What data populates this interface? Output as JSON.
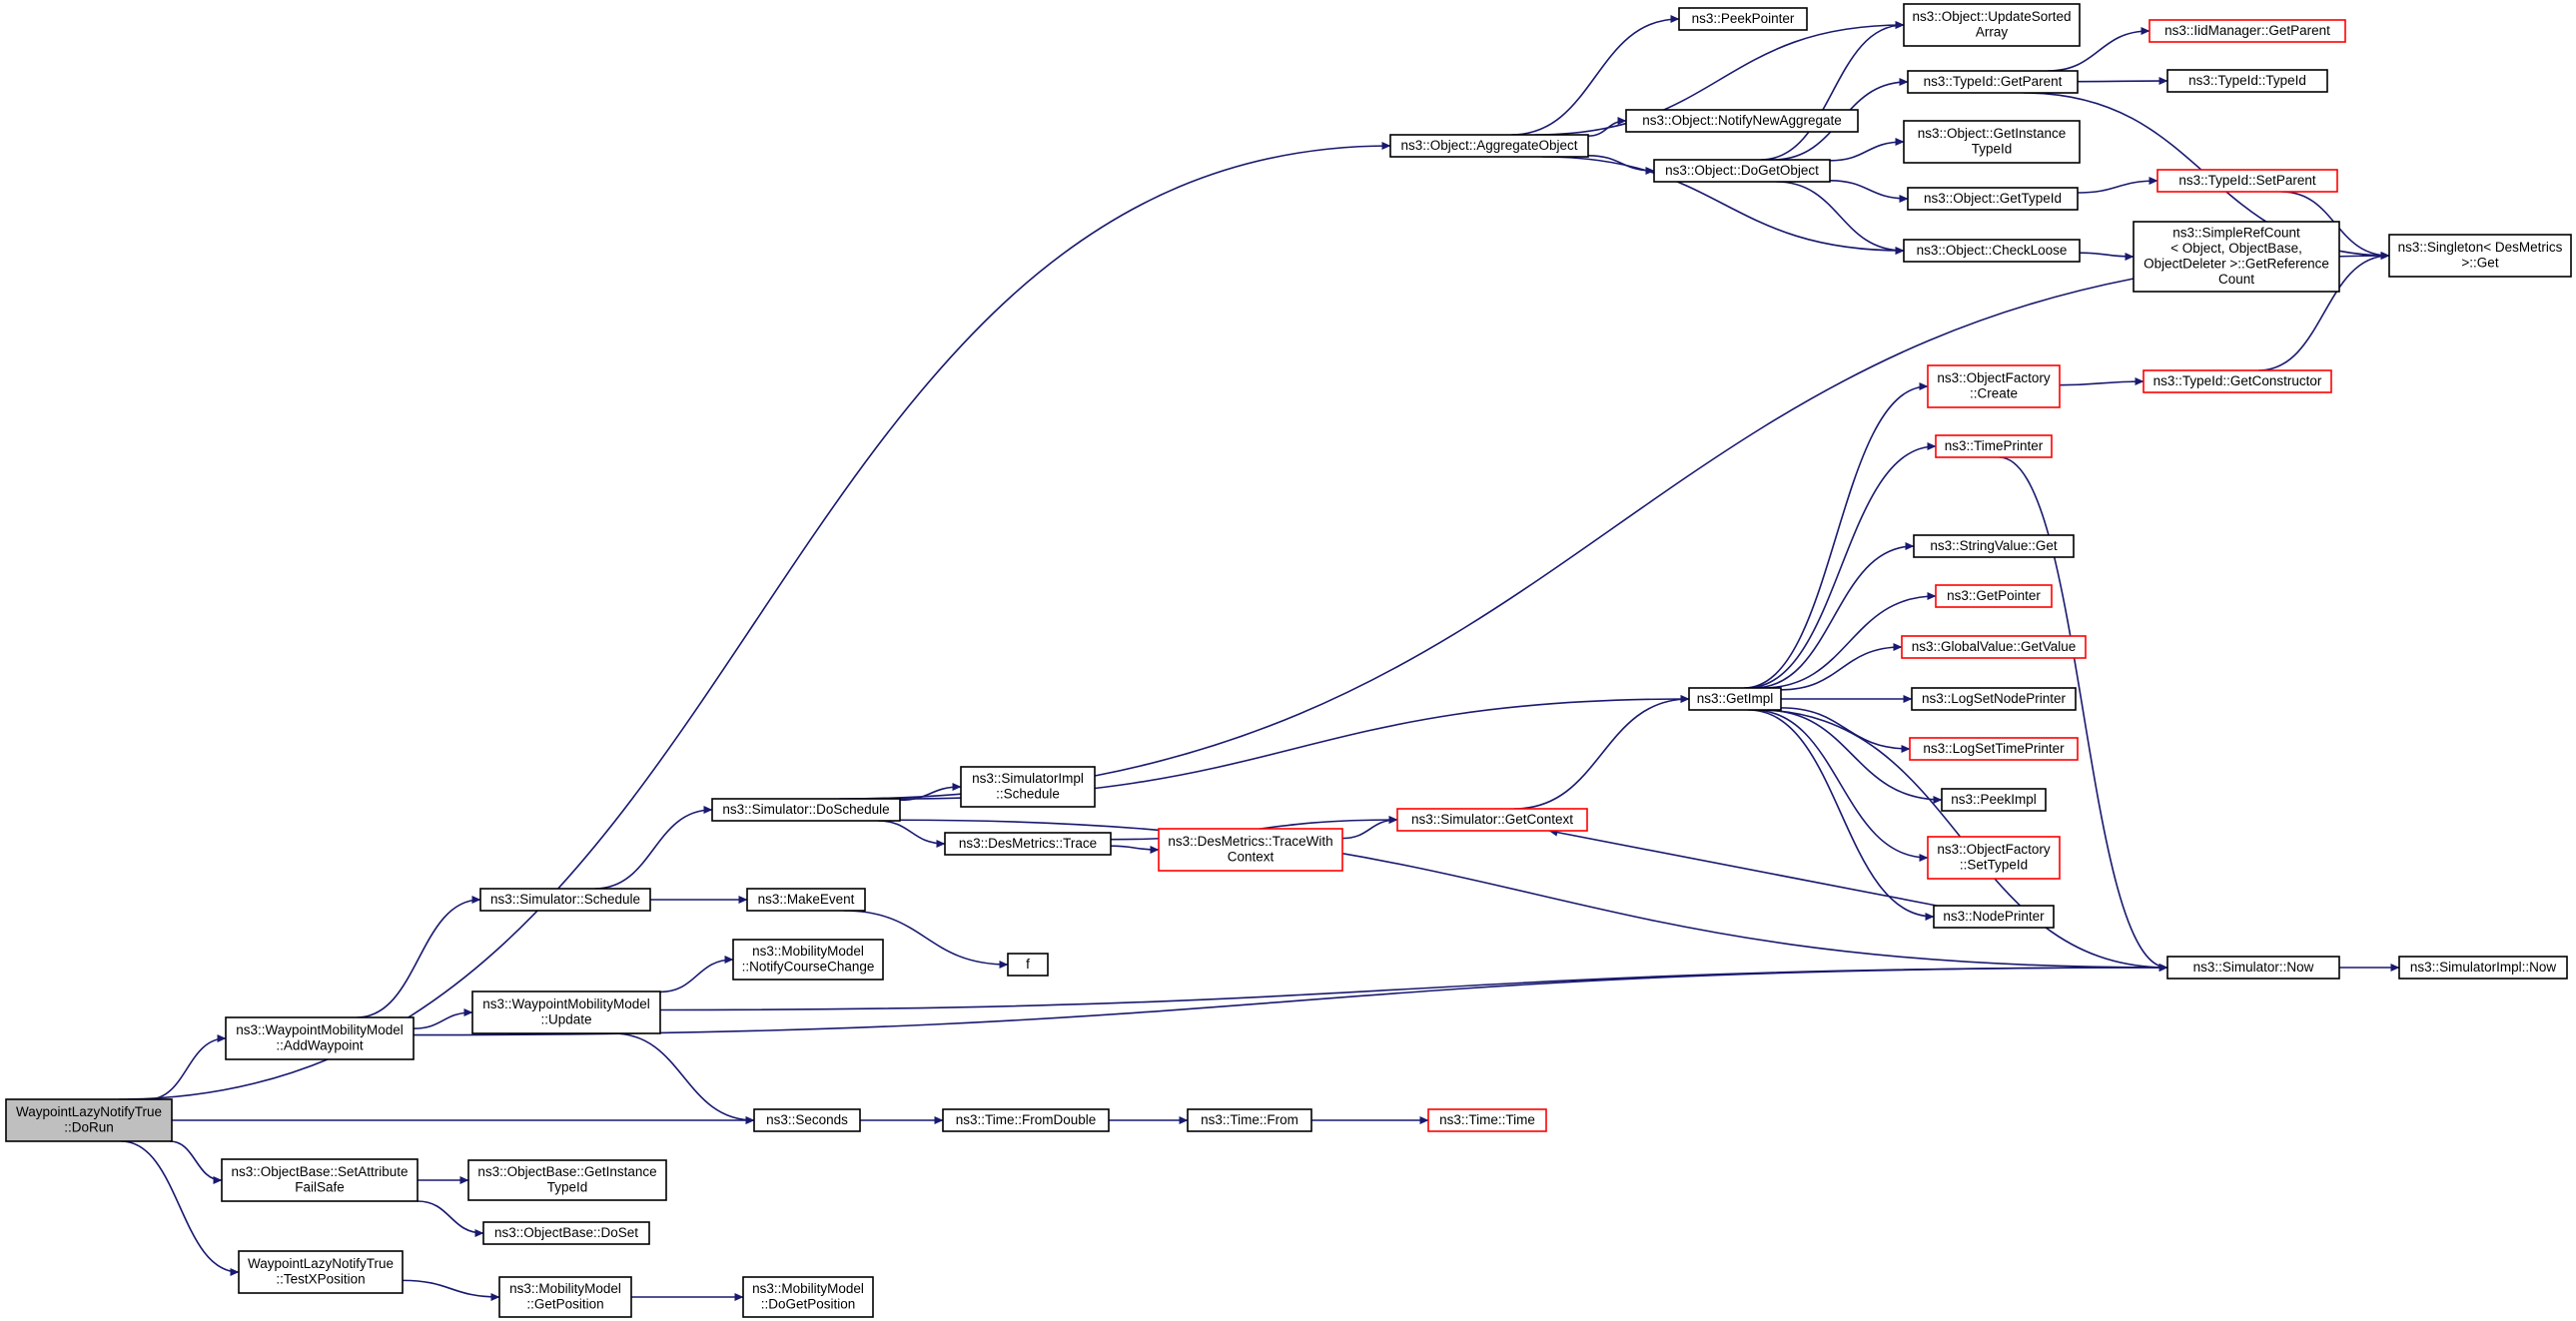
{
  "colors": {
    "edge": "#191970",
    "node_border": "#000000",
    "node_border_truncated": "#ff0000",
    "node_fill": "#ffffff",
    "root_fill": "#bfbfbf"
  },
  "nodes": [
    {
      "id": "root",
      "lines": [
        "WaypointLazyNotifyTrue",
        "::DoRun"
      ],
      "root": true
    },
    {
      "id": "addWaypoint",
      "lines": [
        "ns3::WaypointMobilityModel",
        "::AddWaypoint"
      ]
    },
    {
      "id": "setAttrFailSafe",
      "lines": [
        "ns3::ObjectBase::SetAttribute",
        "FailSafe"
      ]
    },
    {
      "id": "testXPosition",
      "lines": [
        "WaypointLazyNotifyTrue",
        "::TestXPosition"
      ]
    },
    {
      "id": "simSchedule",
      "lines": [
        "ns3::Simulator::Schedule"
      ]
    },
    {
      "id": "wmmUpdate",
      "lines": [
        "ns3::WaypointMobilityModel",
        "::Update"
      ]
    },
    {
      "id": "seconds",
      "lines": [
        "ns3::Seconds"
      ]
    },
    {
      "id": "obGetInstanceTypeId",
      "lines": [
        "ns3::ObjectBase::GetInstance",
        "TypeId"
      ]
    },
    {
      "id": "obDoSet",
      "lines": [
        "ns3::ObjectBase::DoSet"
      ]
    },
    {
      "id": "mmGetPosition",
      "lines": [
        "ns3::MobilityModel",
        "::GetPosition"
      ]
    },
    {
      "id": "simDoSchedule",
      "lines": [
        "ns3::Simulator::DoSchedule"
      ]
    },
    {
      "id": "makeEvent",
      "lines": [
        "ns3::MakeEvent"
      ]
    },
    {
      "id": "mmNotifyCourseChange",
      "lines": [
        "ns3::MobilityModel",
        "::NotifyCourseChange"
      ]
    },
    {
      "id": "timeFromDouble",
      "lines": [
        "ns3::Time::FromDouble"
      ]
    },
    {
      "id": "mmDoGetPosition",
      "lines": [
        "ns3::MobilityModel",
        "::DoGetPosition"
      ]
    },
    {
      "id": "simImplSchedule",
      "lines": [
        "ns3::SimulatorImpl",
        "::Schedule"
      ]
    },
    {
      "id": "desTrace",
      "lines": [
        "ns3::DesMetrics::Trace"
      ]
    },
    {
      "id": "f",
      "lines": [
        "f"
      ]
    },
    {
      "id": "timeFrom",
      "lines": [
        "ns3::Time::From"
      ]
    },
    {
      "id": "desTraceWithContext",
      "lines": [
        "ns3::DesMetrics::TraceWith",
        "Context"
      ],
      "truncated": true
    },
    {
      "id": "timeTime",
      "lines": [
        "ns3::Time::Time"
      ],
      "truncated": true
    },
    {
      "id": "simGetContext",
      "lines": [
        "ns3::Simulator::GetContext"
      ],
      "truncated": true
    },
    {
      "id": "aggregateObject",
      "lines": [
        "ns3::Object::AggregateObject"
      ]
    },
    {
      "id": "getImpl",
      "lines": [
        "ns3::GetImpl"
      ]
    },
    {
      "id": "peekPointer",
      "lines": [
        "ns3::PeekPointer"
      ]
    },
    {
      "id": "notifyNewAggregate",
      "lines": [
        "ns3::Object::NotifyNewAggregate"
      ]
    },
    {
      "id": "doGetObject",
      "lines": [
        "ns3::Object::DoGetObject"
      ]
    },
    {
      "id": "updateSortedArray",
      "lines": [
        "ns3::Object::UpdateSorted",
        "Array"
      ]
    },
    {
      "id": "typeIdGetParent",
      "lines": [
        "ns3::TypeId::GetParent"
      ]
    },
    {
      "id": "objGetInstanceTypeId",
      "lines": [
        "ns3::Object::GetInstance",
        "TypeId"
      ]
    },
    {
      "id": "objGetTypeId",
      "lines": [
        "ns3::Object::GetTypeId"
      ]
    },
    {
      "id": "checkLoose",
      "lines": [
        "ns3::Object::CheckLoose"
      ]
    },
    {
      "id": "objectFactoryCreate",
      "lines": [
        "ns3::ObjectFactory",
        "::Create"
      ],
      "truncated": true
    },
    {
      "id": "timePrinter",
      "lines": [
        "ns3::TimePrinter"
      ],
      "truncated": true
    },
    {
      "id": "stringValueGet",
      "lines": [
        "ns3::StringValue::Get"
      ]
    },
    {
      "id": "getPointer",
      "lines": [
        "ns3::GetPointer"
      ],
      "truncated": true
    },
    {
      "id": "globalValueGetValue",
      "lines": [
        "ns3::GlobalValue::GetValue"
      ],
      "truncated": true
    },
    {
      "id": "logSetNodePrinter",
      "lines": [
        "ns3::LogSetNodePrinter"
      ]
    },
    {
      "id": "logSetTimePrinter",
      "lines": [
        "ns3::LogSetTimePrinter"
      ],
      "truncated": true
    },
    {
      "id": "peekImpl",
      "lines": [
        "ns3::PeekImpl"
      ]
    },
    {
      "id": "objectFactorySetTypeId",
      "lines": [
        "ns3::ObjectFactory",
        "::SetTypeId"
      ],
      "truncated": true
    },
    {
      "id": "nodePrinter",
      "lines": [
        "ns3::NodePrinter"
      ]
    },
    {
      "id": "simNow",
      "lines": [
        "ns3::Simulator::Now"
      ]
    },
    {
      "id": "iidManagerGetParent",
      "lines": [
        "ns3::IidManager::GetParent"
      ],
      "truncated": true
    },
    {
      "id": "typeIdTypeId",
      "lines": [
        "ns3::TypeId::TypeId"
      ]
    },
    {
      "id": "typeIdSetParent",
      "lines": [
        "ns3::TypeId::SetParent"
      ],
      "truncated": true
    },
    {
      "id": "simpleRefCount",
      "lines": [
        "ns3::SimpleRefCount",
        "< Object, ObjectBase,",
        "ObjectDeleter >::GetReference",
        "Count"
      ]
    },
    {
      "id": "typeIdGetConstructor",
      "lines": [
        "ns3::TypeId::GetConstructor"
      ],
      "truncated": true
    },
    {
      "id": "singletonGet",
      "lines": [
        "ns3::Singleton< DesMetrics",
        " >::Get"
      ]
    },
    {
      "id": "simImplNow",
      "lines": [
        "ns3::SimulatorImpl::Now"
      ]
    }
  ],
  "edges": [
    [
      "root",
      "addWaypoint"
    ],
    [
      "root",
      "seconds"
    ],
    [
      "root",
      "setAttrFailSafe"
    ],
    [
      "root",
      "testXPosition"
    ],
    [
      "root",
      "aggregateObject"
    ],
    [
      "addWaypoint",
      "simSchedule"
    ],
    [
      "addWaypoint",
      "wmmUpdate"
    ],
    [
      "addWaypoint",
      "simNow"
    ],
    [
      "setAttrFailSafe",
      "obGetInstanceTypeId"
    ],
    [
      "setAttrFailSafe",
      "obDoSet"
    ],
    [
      "testXPosition",
      "mmGetPosition"
    ],
    [
      "mmGetPosition",
      "mmDoGetPosition"
    ],
    [
      "simSchedule",
      "simDoSchedule"
    ],
    [
      "simSchedule",
      "makeEvent"
    ],
    [
      "makeEvent",
      "f"
    ],
    [
      "wmmUpdate",
      "mmNotifyCourseChange"
    ],
    [
      "wmmUpdate",
      "seconds"
    ],
    [
      "wmmUpdate",
      "simNow"
    ],
    [
      "seconds",
      "timeFromDouble"
    ],
    [
      "timeFromDouble",
      "timeFrom"
    ],
    [
      "timeFrom",
      "timeTime"
    ],
    [
      "simDoSchedule",
      "simImplSchedule"
    ],
    [
      "simDoSchedule",
      "desTrace"
    ],
    [
      "simDoSchedule",
      "getImpl"
    ],
    [
      "simDoSchedule",
      "simNow"
    ],
    [
      "simDoSchedule",
      "singletonGet"
    ],
    [
      "desTrace",
      "desTraceWithContext"
    ],
    [
      "desTrace",
      "simGetContext"
    ],
    [
      "desTraceWithContext",
      "simGetContext"
    ],
    [
      "simGetContext",
      "getImpl"
    ],
    [
      "nodePrinter",
      "simGetContext"
    ],
    [
      "aggregateObject",
      "peekPointer"
    ],
    [
      "aggregateObject",
      "updateSortedArray"
    ],
    [
      "aggregateObject",
      "notifyNewAggregate"
    ],
    [
      "aggregateObject",
      "doGetObject"
    ],
    [
      "aggregateObject",
      "checkLoose"
    ],
    [
      "doGetObject",
      "updateSortedArray"
    ],
    [
      "doGetObject",
      "typeIdGetParent"
    ],
    [
      "doGetObject",
      "objGetInstanceTypeId"
    ],
    [
      "doGetObject",
      "objGetTypeId"
    ],
    [
      "doGetObject",
      "checkLoose"
    ],
    [
      "typeIdGetParent",
      "iidManagerGetParent"
    ],
    [
      "typeIdGetParent",
      "typeIdTypeId"
    ],
    [
      "typeIdGetParent",
      "singletonGet"
    ],
    [
      "objGetTypeId",
      "typeIdSetParent"
    ],
    [
      "typeIdSetParent",
      "singletonGet"
    ],
    [
      "checkLoose",
      "simpleRefCount"
    ],
    [
      "getImpl",
      "objectFactoryCreate"
    ],
    [
      "getImpl",
      "timePrinter"
    ],
    [
      "getImpl",
      "simNow"
    ],
    [
      "getImpl",
      "stringValueGet"
    ],
    [
      "getImpl",
      "getPointer"
    ],
    [
      "getImpl",
      "globalValueGetValue"
    ],
    [
      "getImpl",
      "logSetNodePrinter"
    ],
    [
      "getImpl",
      "logSetTimePrinter"
    ],
    [
      "getImpl",
      "peekImpl"
    ],
    [
      "getImpl",
      "objectFactorySetTypeId"
    ],
    [
      "getImpl",
      "nodePrinter"
    ],
    [
      "objectFactoryCreate",
      "typeIdGetConstructor"
    ],
    [
      "typeIdGetConstructor",
      "singletonGet"
    ],
    [
      "timePrinter",
      "simNow"
    ],
    [
      "simNow",
      "simImplNow"
    ]
  ]
}
